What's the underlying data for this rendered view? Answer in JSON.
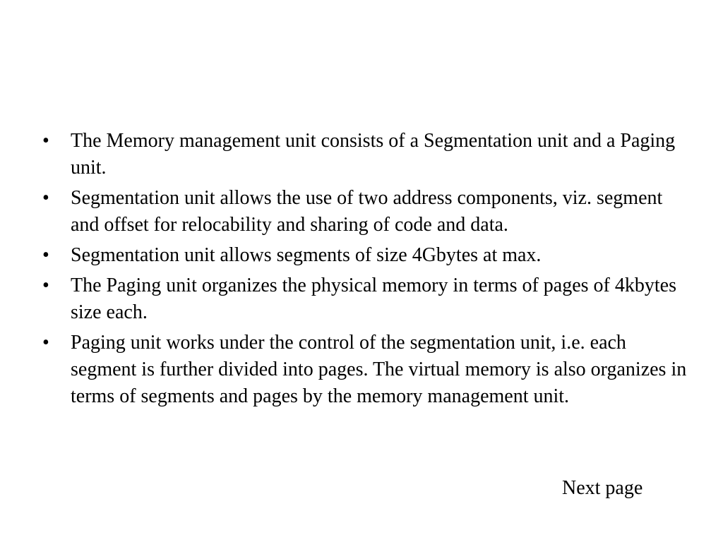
{
  "slide": {
    "bullet_glyph": "•",
    "bullets": [
      {
        "text": "The Memory management unit consists of a Segmentation unit and a Paging unit."
      },
      {
        "text": "Segmentation unit allows the use of two address components, viz. segment and offset for relocability and sharing of code and data."
      },
      {
        "text": "Segmentation unit allows segments of size 4Gbytes at max."
      },
      {
        "text": "The Paging unit organizes the physical memory in terms of pages of 4kbytes size each."
      },
      {
        "text": "Paging unit works under the control of the segmentation unit, i.e. each segment is further divided into pages. The virtual memory is also organizes in terms of segments and pages by the memory management unit."
      }
    ],
    "next_page_label": "Next page"
  }
}
